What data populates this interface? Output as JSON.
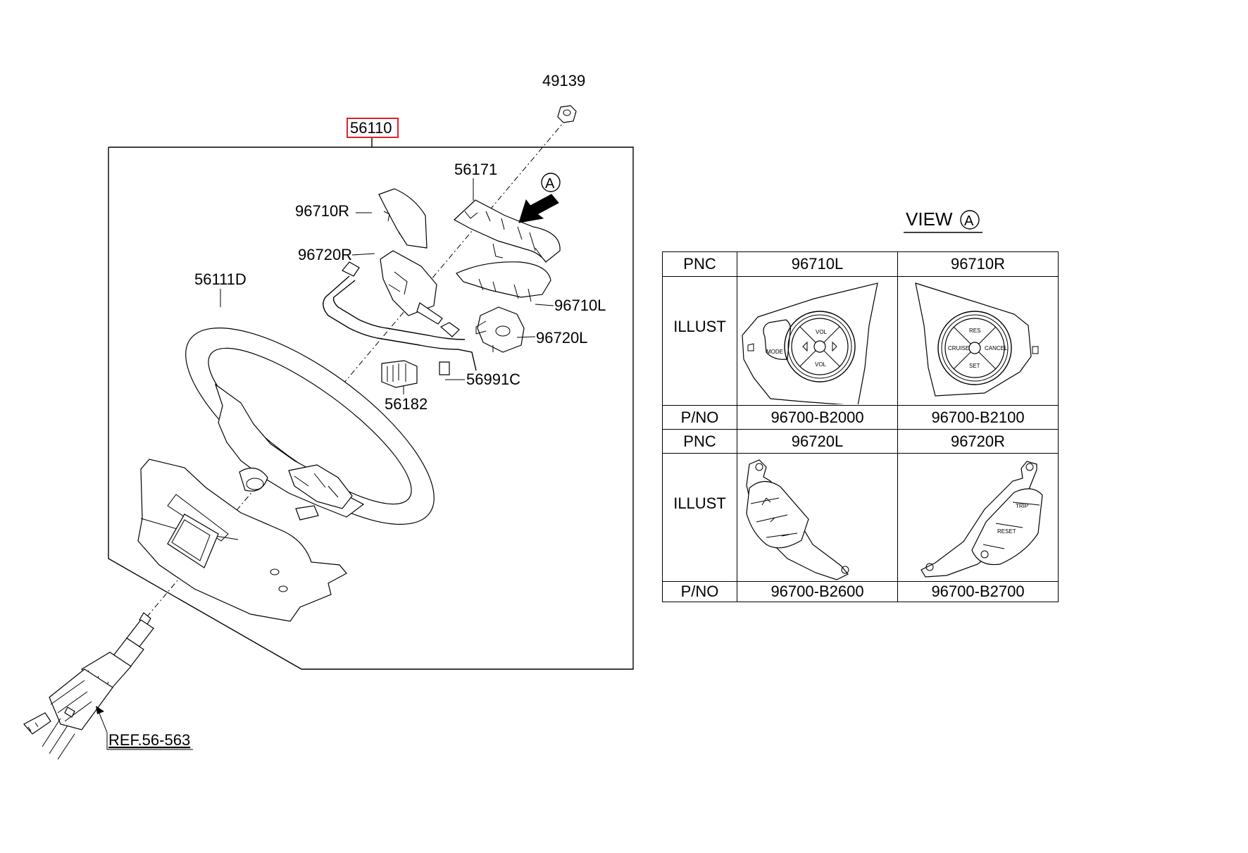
{
  "callouts": {
    "nut": "49139",
    "assembly": "56110",
    "housing_upper": "56171",
    "cover_right": "96710R",
    "switch_right": "96720R",
    "wheel": "56111D",
    "cover_left": "96710L",
    "switch_left": "96720L",
    "harness": "56991C",
    "connector": "56182",
    "reference": "REF.56-563",
    "view_marker": "A"
  },
  "view_title": "VIEW",
  "view_letter": "A",
  "table": {
    "row1": {
      "head": "PNC",
      "a": "96710L",
      "b": "96710R"
    },
    "row2": {
      "head": "ILLUST"
    },
    "row3": {
      "head": "P/NO",
      "a": "96700-B2000",
      "b": "96700-B2100"
    },
    "row4": {
      "head": "PNC",
      "a": "96720L",
      "b": "96720R"
    },
    "row5": {
      "head": "ILLUST"
    },
    "row6": {
      "head": "P/NO",
      "a": "96700-B2600",
      "b": "96700-B2700"
    }
  },
  "switch_labels": {
    "left_mode": "MODE",
    "left_vol_up": "VOL",
    "left_vol_down": "VOL",
    "right_res": "RES",
    "right_cruise": "CRUISE",
    "right_cancel": "CANCEL",
    "right_set": "SET",
    "trip": "TRIP",
    "reset": "RESET"
  },
  "colors": {
    "highlight_box": "#e0202a",
    "line": "#000000"
  }
}
